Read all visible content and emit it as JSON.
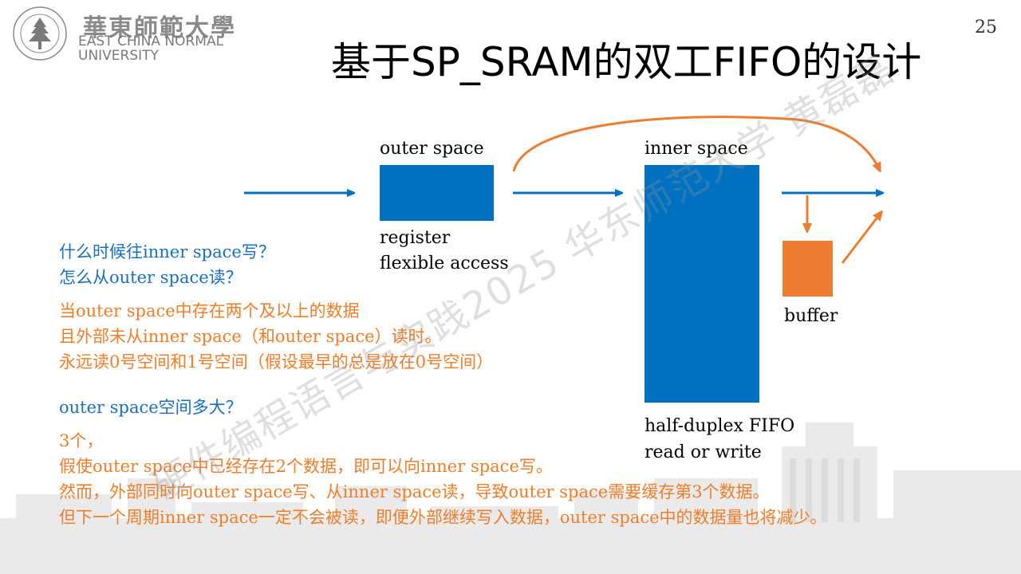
{
  "header": {
    "university_cn": "華東師範大學",
    "university_en_line1": "EAST CHINA NORMAL",
    "university_en_line2": "UNIVERSITY",
    "page_number": "25",
    "title": "基于SP_SRAM的双工FIFO的设计"
  },
  "diagram": {
    "outer_space_label": "outer space",
    "inner_space_label": "inner space",
    "register_label": "register",
    "flexible_access_label": "flexible access",
    "buffer_label": "buffer",
    "half_duplex_label": "half-duplex FIFO",
    "read_or_write_label": "read or write",
    "colors": {
      "blue": "#0070c0",
      "orange": "#ed7d31"
    }
  },
  "notes": {
    "q1": "什么时候往inner space写？",
    "q2": "怎么从outer space读？",
    "a1": "当outer space中存在两个及以上的数据",
    "a2": "且外部未从inner space（和outer space）读时。",
    "a3": "永远读0号空间和1号空间（假设最早的总是放在0号空间）",
    "q3": "outer space空间多大？",
    "a4": "3个，",
    "a5": "假使outer space中已经存在2个数据，即可以向inner space写。",
    "a6": "然而，外部同时向outer space写、从inner space读，导致outer space需要缓存第3个数据。",
    "a7": "但下一个周期inner space一定不会被读，即便外部继续写入数据，outer space中的数据量也将减少。"
  },
  "watermark": "硬件编程语言与实践2025 华东师范大学 黄磊磊"
}
